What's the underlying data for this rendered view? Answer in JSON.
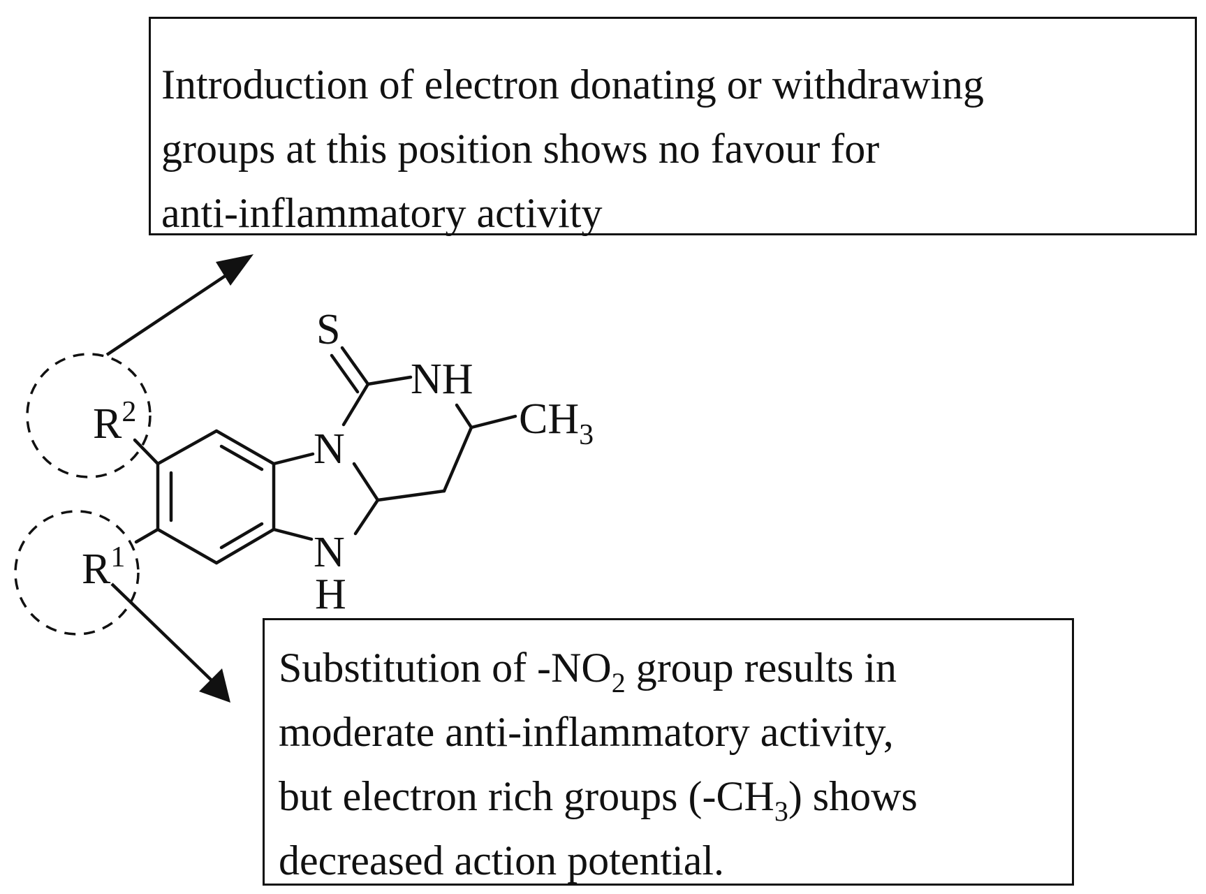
{
  "annotations": {
    "top": {
      "lines": [
        "Introduction of electron donating or withdrawing",
        "groups at this position shows no favour for",
        "anti-inflammatory activity"
      ]
    },
    "bottom": {
      "line1_before": "Substitution of -NO",
      "line1_sub": "2",
      "line1_after": " group results in",
      "line2": "moderate anti-inflammatory activity,",
      "line3_before": "but electron rich groups (-CH",
      "line3_sub": "3",
      "line3_after": ") shows",
      "line4": "decreased action potential."
    }
  },
  "molecule": {
    "atoms": {
      "sulfur": "S",
      "nh_top": "NH",
      "ch3": "CH",
      "ch3_sub": "3",
      "n_ring": "N",
      "n_lower": "N",
      "h_lower": "H",
      "r1": "R",
      "r1_sup": "1",
      "r2": "R",
      "r2_sup": "2"
    }
  }
}
